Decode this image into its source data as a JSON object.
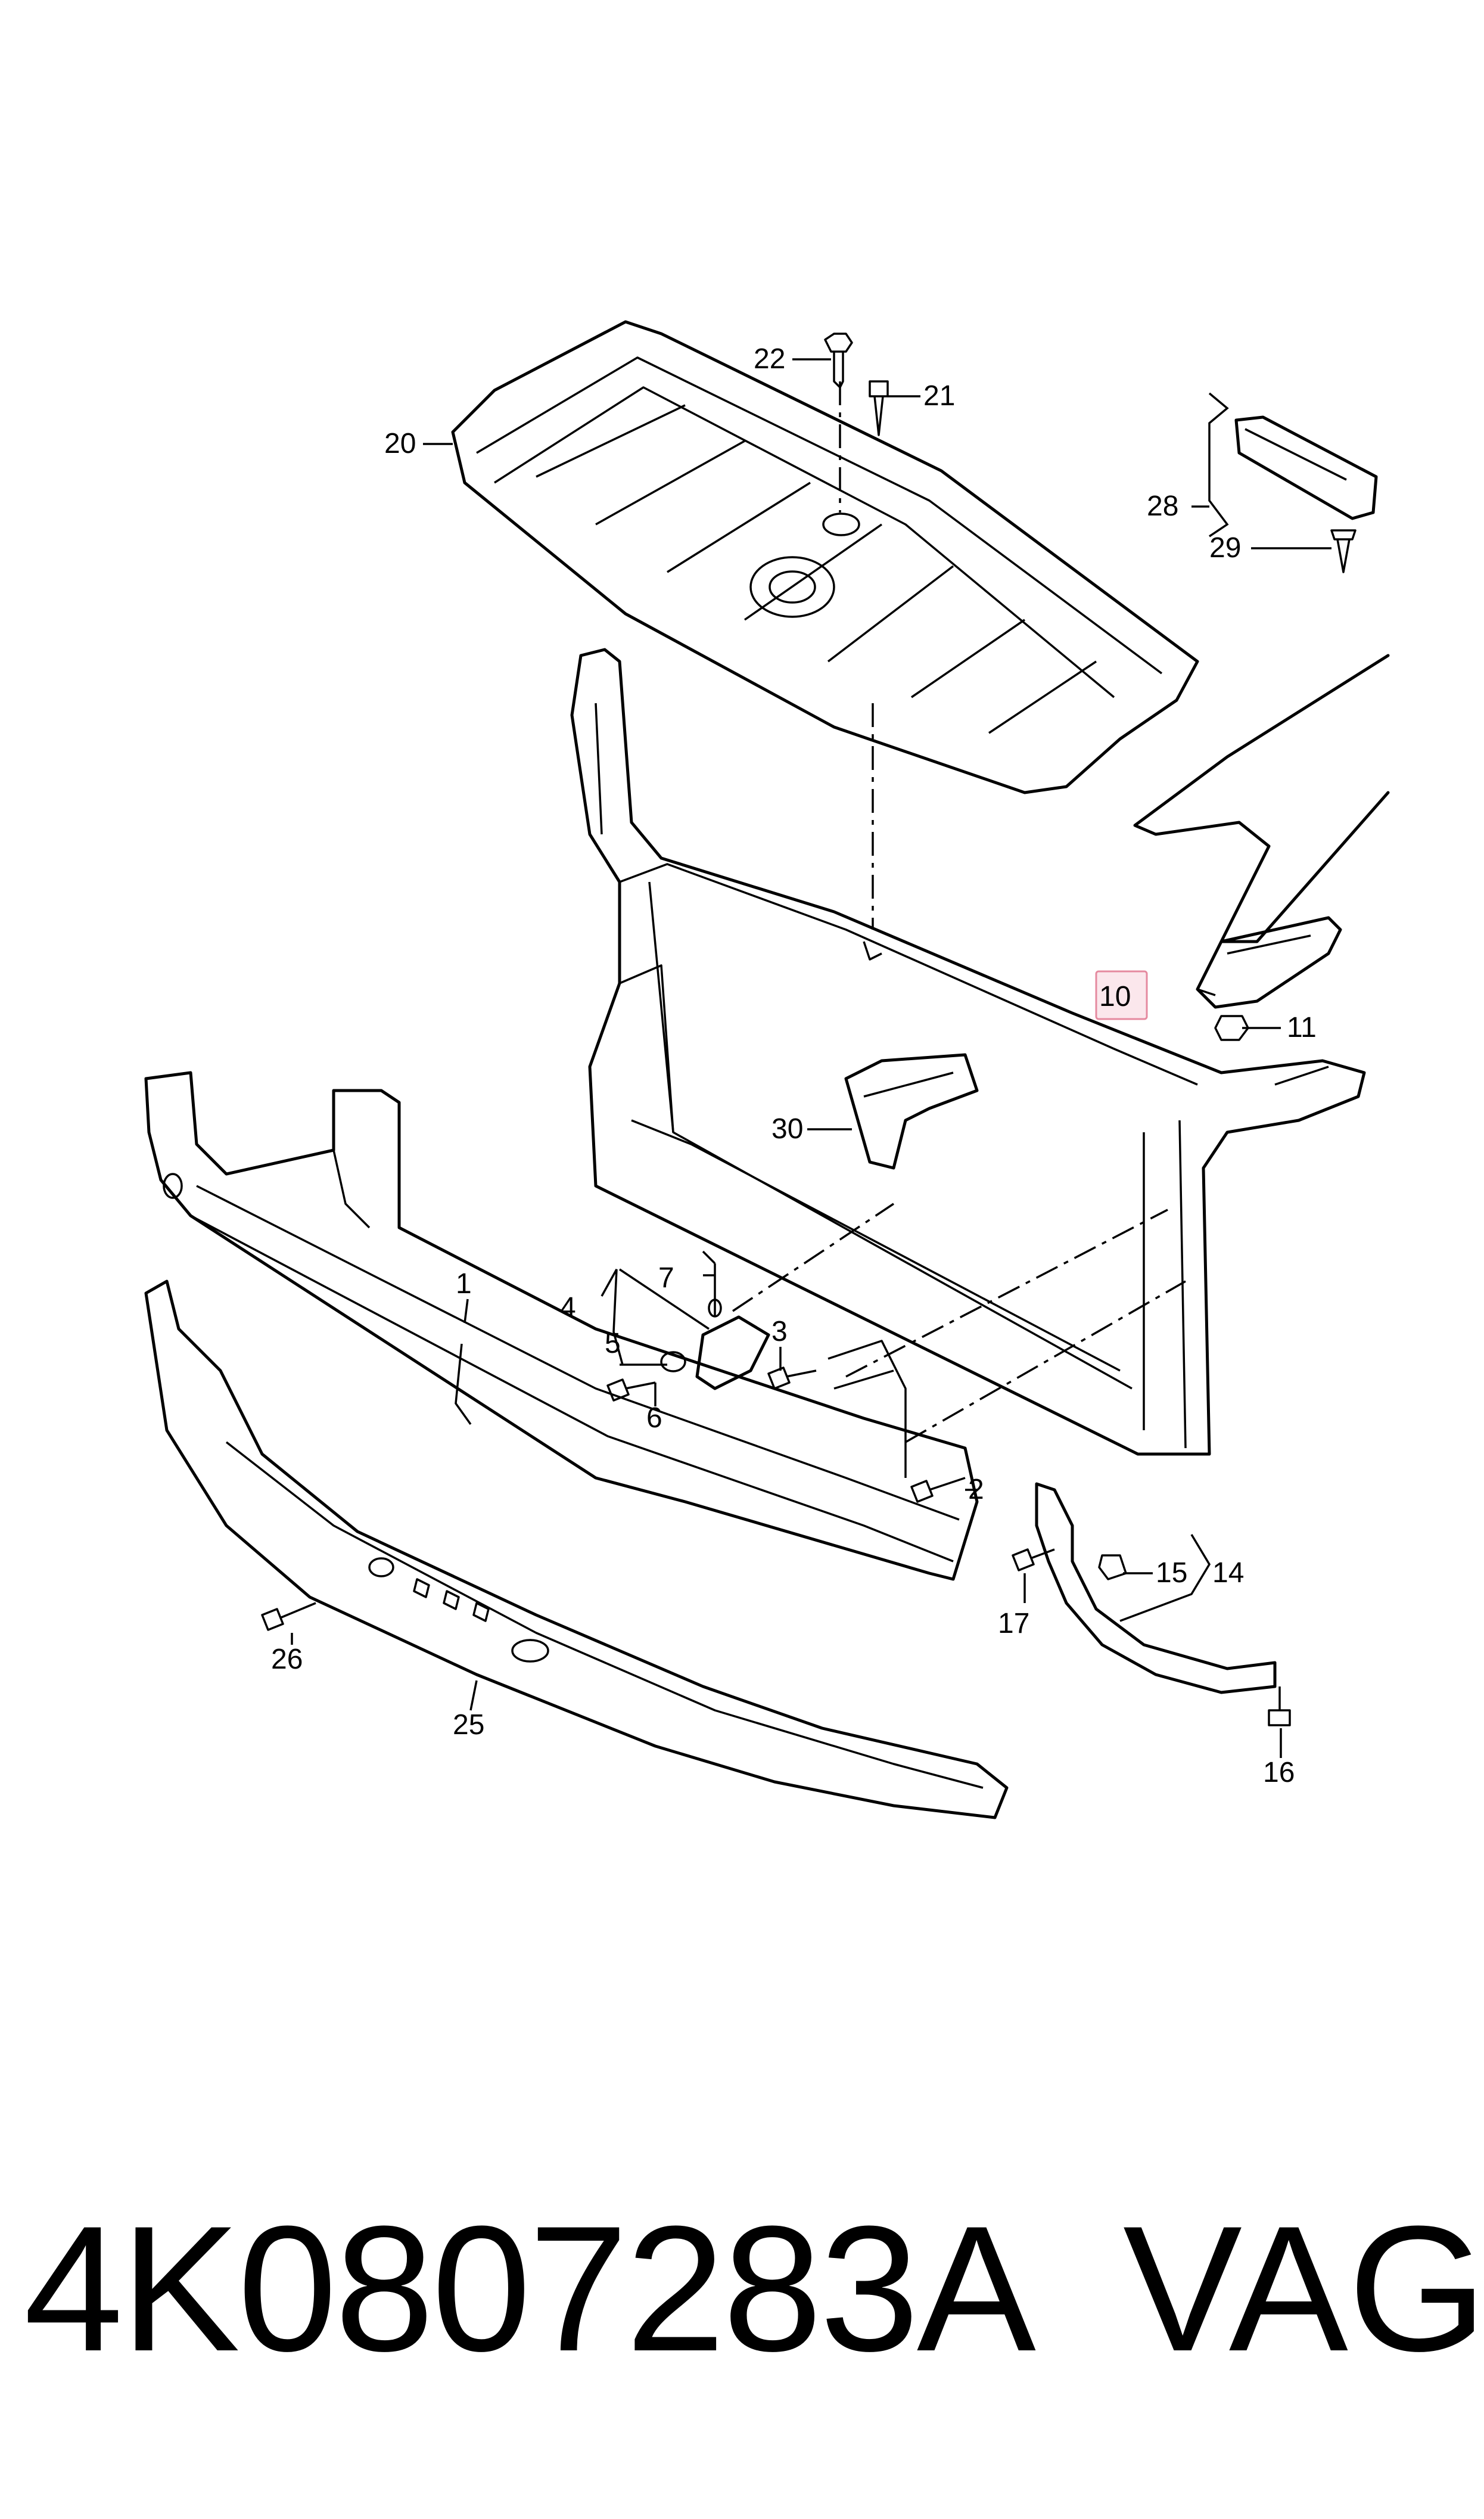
{
  "callouts": {
    "c1": "1",
    "c2": "2",
    "c3": "3",
    "c4": "4",
    "c5": "5",
    "c6": "6",
    "c7": "7",
    "c10": "10",
    "c11": "11",
    "c14": "14",
    "c15": "15",
    "c16": "16",
    "c17": "17",
    "c20": "20",
    "c21": "21",
    "c22": "22",
    "c25": "25",
    "c26": "26",
    "c28": "28",
    "c29": "29",
    "c30": "30"
  },
  "highlighted_callout": "10",
  "colors": {
    "highlight_fill": "#fbe7ec",
    "highlight_stroke": "#e58a9f",
    "line": "#000000"
  },
  "footer": {
    "part_number": "4K0807283A",
    "brand": "VAG"
  }
}
